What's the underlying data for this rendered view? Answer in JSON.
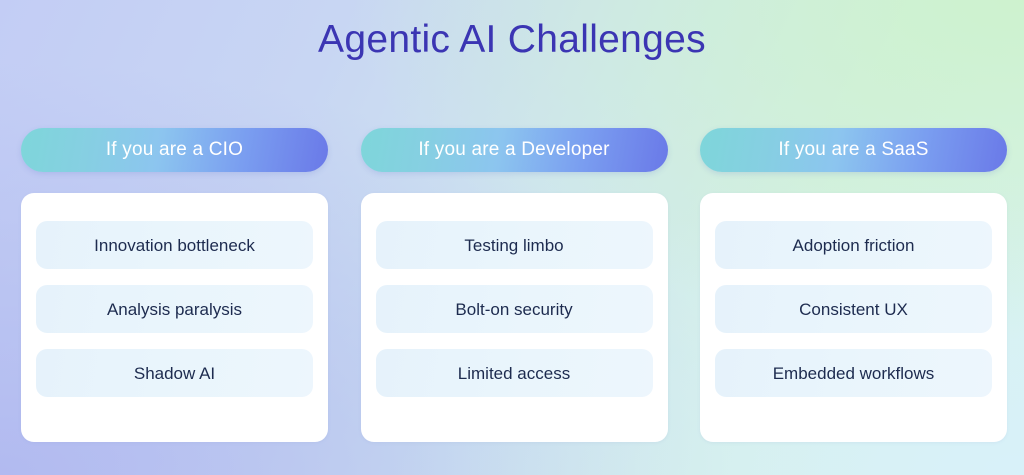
{
  "slide": {
    "title": "Agentic AI Challenges",
    "background": {
      "from": "#c3cdf5",
      "mid": "#cfe6ef",
      "to": "#d9f2ef",
      "mint_accent": "#cdf2cd",
      "cyan_accent": "#d8f1fa",
      "periwinkle_accent": "#b0b8f0"
    },
    "colors": {
      "title_text": "#3b35b3",
      "header_gradient_start": "#7ed6da",
      "header_gradient_end": "#6a79e8",
      "header_text": "#ffffff",
      "card_background": "#ffffff",
      "item_background": "#e9f5fc",
      "item_text": "#1d2b4f"
    }
  },
  "columns": [
    {
      "header": "If you are a CIO",
      "items": [
        "Innovation bottleneck",
        "Analysis paralysis",
        "Shadow AI"
      ]
    },
    {
      "header": "If you are a Developer",
      "items": [
        "Testing limbo",
        "Bolt-on security",
        "Limited access"
      ]
    },
    {
      "header": "If you are a SaaS",
      "items": [
        "Adoption friction",
        "Consistent UX",
        "Embedded workflows"
      ]
    }
  ]
}
